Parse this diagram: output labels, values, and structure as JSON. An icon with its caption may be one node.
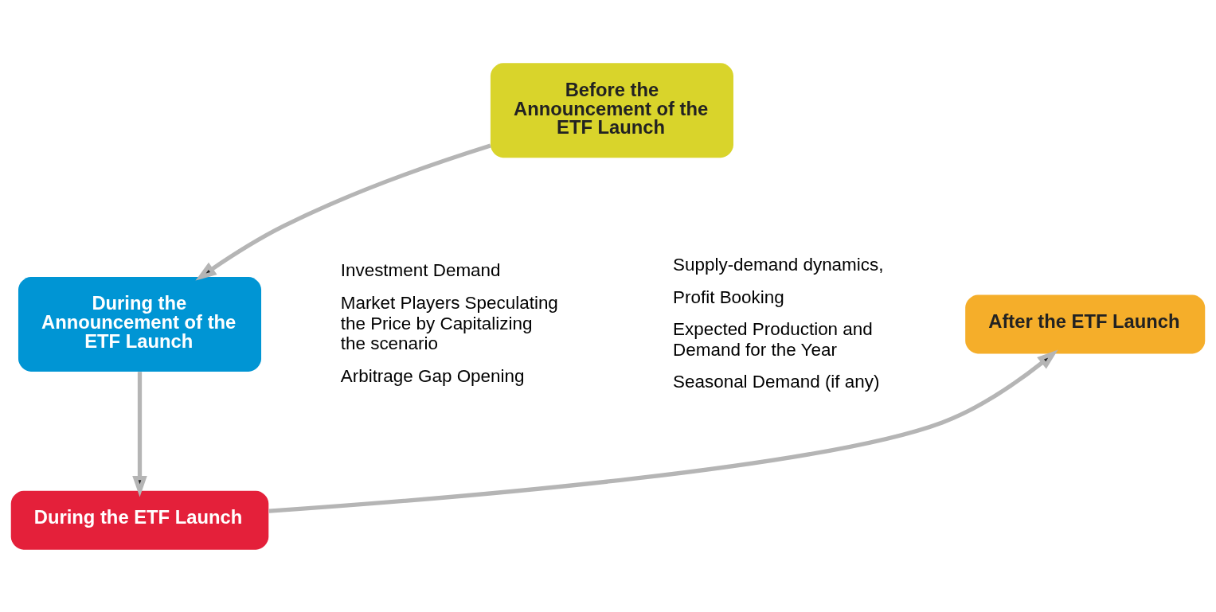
{
  "diagram": {
    "nodes": [
      {
        "text": [
          "Before the Announcement of the ETF Launch"
        ]
      },
      {
        "text": [
          "During the Announcement of the ETF Launch"
        ],
        "beside": [
          "Investment Demand",
          "Market Players Speculating the Price by Capitalizing the scenario",
          "Arbitrage Gap Opening"
        ]
      },
      {
        "text": [
          "During the ETF Launch"
        ]
      },
      {
        "text": [
          "After the ETF Launch"
        ],
        "beside": [
          "Supply-demand dynamics,",
          "Profit Booking",
          "Expected Production and Demand for the Year",
          "Seasonal Demand (if any)"
        ]
      }
    ],
    "edges": [
      {
        "from": 0,
        "to": 1,
        "arrow": "to"
      },
      {
        "from": 1,
        "to": 2,
        "arrow": "to"
      },
      {
        "from": 2,
        "to": 3,
        "arrow": "to"
      }
    ]
  }
}
